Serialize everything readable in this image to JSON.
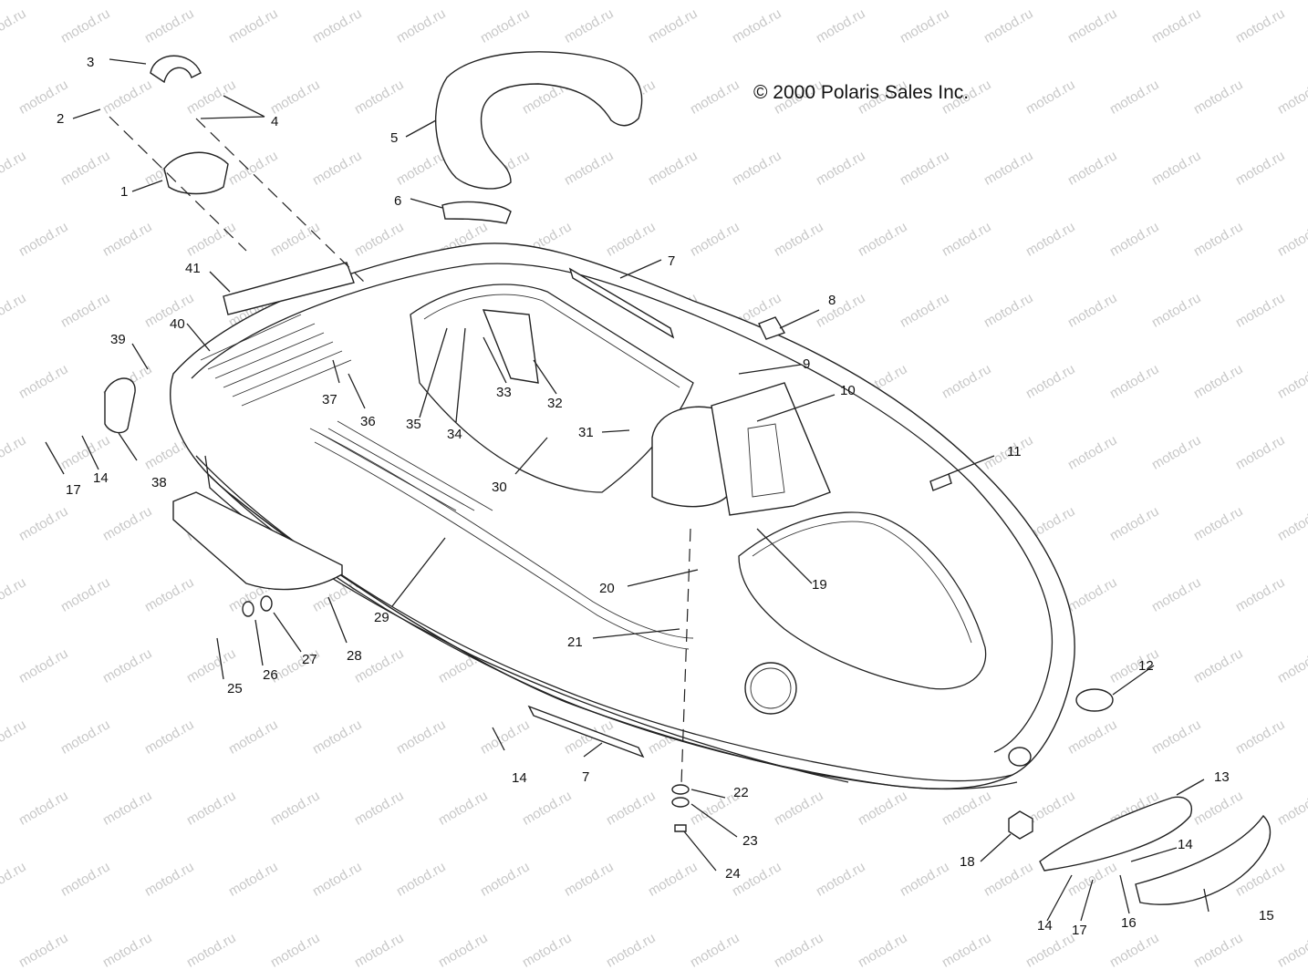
{
  "copyright": "© 2000 Polaris Sales Inc.",
  "watermark": "motod.ru",
  "callouts": {
    "c1": "1",
    "c2": "2",
    "c3": "3",
    "c4": "4",
    "c5": "5",
    "c6": "6",
    "c7a": "7",
    "c7b": "7",
    "c8": "8",
    "c9": "9",
    "c10": "10",
    "c11": "11",
    "c12": "12",
    "c13": "13",
    "c14a": "14",
    "c14b": "14",
    "c14c": "14",
    "c14d": "14",
    "c15": "15",
    "c16": "16",
    "c17a": "17",
    "c17b": "17",
    "c18": "18",
    "c19": "19",
    "c20": "20",
    "c21": "21",
    "c22": "22",
    "c23": "23",
    "c24": "24",
    "c25": "25",
    "c26": "26",
    "c27": "27",
    "c28": "28",
    "c29": "29",
    "c30": "30",
    "c31": "31",
    "c32": "32",
    "c33": "33",
    "c34": "34",
    "c35": "35",
    "c36": "36",
    "c37": "37",
    "c38": "38",
    "c39": "39",
    "c40": "40",
    "c41": "41"
  }
}
